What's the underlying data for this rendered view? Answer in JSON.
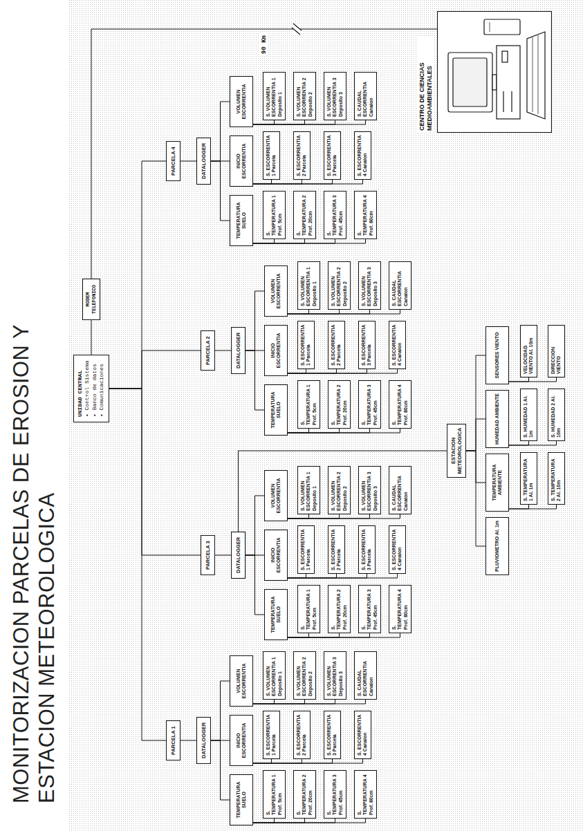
{
  "diagram": {
    "title": "MONITORIZACION PARCELAS DE EROSION Y ESTACION METEOROLOGICA",
    "nodes": [
      {
        "text": [
          "UNIDAD CENTRAL",
          "• Control Sistema",
          "• Banco de datos",
          "• Comunicaciones"
        ]
      },
      {
        "text": [
          "MODEM TELEFONICO"
        ]
      },
      {
        "text": [
          "CENTRO DE CIENCIAS MEDIOAMBIENTALES"
        ]
      },
      {
        "text": [
          "PARCELA 1"
        ]
      },
      {
        "text": [
          "DATALOGGER"
        ]
      },
      {
        "text": [
          "TEMPERATURA SUELO"
        ]
      },
      {
        "text": [
          "S. TEMPERATURA 1 Prof. 5cm"
        ]
      },
      {
        "text": [
          "S. TEMPERATURA 2 Prof. 20cm"
        ]
      },
      {
        "text": [
          "S. TEMPERATURA 3 Prof. 45cm"
        ]
      },
      {
        "text": [
          "S. TEMPERATURA 4 Prof. 80cm"
        ]
      },
      {
        "text": [
          "INICIO ESCORRENTIA"
        ]
      },
      {
        "text": [
          "S. ESCORRENTIA 1 Parcela"
        ]
      },
      {
        "text": [
          "S. ESCORRENTIA 2 Parcela"
        ]
      },
      {
        "text": [
          "S. ESCORRENTIA 3 Parcela"
        ]
      },
      {
        "text": [
          "S. ESCORRENTIA 4 Canalon"
        ]
      },
      {
        "text": [
          "VOLUMEN ESCORRENTIA"
        ]
      },
      {
        "text": [
          "S. VOLUMEN ESCORRENTIA 1 Deposito 1"
        ]
      },
      {
        "text": [
          "S. VOLUMEN ESCORRENTIA 2 Deposito 2"
        ]
      },
      {
        "text": [
          "S. VOLUMEN ESCORRENTIA 3 Deposito 3"
        ]
      },
      {
        "text": [
          "S. CAUDAL ESCORRENTIA Canalon"
        ]
      },
      {
        "text": [
          "PARCELA 3"
        ]
      },
      {
        "text": [
          "DATALOGGER"
        ]
      },
      {
        "text": [
          "TEMPERATURA SUELO"
        ]
      },
      {
        "text": [
          "S. TEMPERATURA 1 Prof. 5cm"
        ]
      },
      {
        "text": [
          "S. TEMPERATURA 2 Prof. 20cm"
        ]
      },
      {
        "text": [
          "S. TEMPERATURA 3 Prof. 45cm"
        ]
      },
      {
        "text": [
          "S. TEMPERATURA 4 Prof. 80cm"
        ]
      },
      {
        "text": [
          "INICIO ESCORRENTIA"
        ]
      },
      {
        "text": [
          "S. ESCORRENTIA 1 Parcela"
        ]
      },
      {
        "text": [
          "S. ESCORRENTIA 2 Parcela"
        ]
      },
      {
        "text": [
          "S. ESCORRENTIA 3 Parcela"
        ]
      },
      {
        "text": [
          "S. ESCORRENTIA 4 Canalon"
        ]
      },
      {
        "text": [
          "VOLUMEN ESCORRENTIA"
        ]
      },
      {
        "text": [
          "S. VOLUMEN ESCORRENTIA 1 Deposito 1"
        ]
      },
      {
        "text": [
          "S. VOLUMEN ESCORRENTIA 2 Deposito 2"
        ]
      },
      {
        "text": [
          "S. VOLUMEN ESCORRENTIA 3 Deposito 3"
        ]
      },
      {
        "text": [
          "S. CAUDAL ESCORRENTIA Canalon"
        ]
      },
      {
        "text": [
          "PARCELA 2"
        ]
      },
      {
        "text": [
          "DATALOGGER"
        ]
      },
      {
        "text": [
          "TEMPERATURA SUELO"
        ]
      },
      {
        "text": [
          "S. TEMPERATURA 1 Prof. 5cm"
        ]
      },
      {
        "text": [
          "S. TEMPERATURA 2 Prof. 20cm"
        ]
      },
      {
        "text": [
          "S. TEMPERATURA 3 Prof. 45cm"
        ]
      },
      {
        "text": [
          "S. TEMPERATURA 4 Prof. 80cm"
        ]
      },
      {
        "text": [
          "INICIO ESCORRENTIA"
        ]
      },
      {
        "text": [
          "S. ESCORRENTIA 1 Parcela"
        ]
      },
      {
        "text": [
          "S. ESCORRENTIA 2 Parcela"
        ]
      },
      {
        "text": [
          "S. ESCORRENTIA 3 Parcela"
        ]
      },
      {
        "text": [
          "S. ESCORRENTIA 4 Canalon"
        ]
      },
      {
        "text": [
          "VOLUMEN ESCORRENTIA"
        ]
      },
      {
        "text": [
          "S. VOLUMEN ESCORRENTIA 1 Deposito 1"
        ]
      },
      {
        "text": [
          "S. VOLUMEN ESCORRENTIA 2 Deposito 2"
        ]
      },
      {
        "text": [
          "S. VOLUMEN ESCORRENTIA 3 Deposito 3"
        ]
      },
      {
        "text": [
          "S. CAUDAL ESCORRENTIA Canalon"
        ]
      },
      {
        "text": [
          "PARCELA 4"
        ]
      },
      {
        "text": [
          "DATALOGGER"
        ]
      },
      {
        "text": [
          "TEMPERATURA SUELO"
        ]
      },
      {
        "text": [
          "S. TEMPERATURA 1 Prof. 5cm"
        ]
      },
      {
        "text": [
          "S. TEMPERATURA 2 Prof. 20cm"
        ]
      },
      {
        "text": [
          "S. TEMPERATURA 3 Prof. 45cm"
        ]
      },
      {
        "text": [
          "S. TEMPERATURA 4 Prof. 80cm"
        ]
      },
      {
        "text": [
          "INICIO ESCORRENTIA"
        ]
      },
      {
        "text": [
          "S. ESCORRENTIA 1 Parcela"
        ]
      },
      {
        "text": [
          "S. ESCORRENTIA 2 Parcela"
        ]
      },
      {
        "text": [
          "S. ESCORRENTIA 3 Parcela"
        ]
      },
      {
        "text": [
          "S. ESCORRENTIA 4 Canalon"
        ]
      },
      {
        "text": [
          "VOLUMEN ESCORRENTIA"
        ]
      },
      {
        "text": [
          "S. VOLUMEN ESCORRENTIA 1 Deposito 1"
        ]
      },
      {
        "text": [
          "S. VOLUMEN ESCORRENTIA 2 Deposito 2"
        ]
      },
      {
        "text": [
          "S. VOLUMEN ESCORRENTIA 3 Deposito 3"
        ]
      },
      {
        "text": [
          "S. CAUDAL ESCORRENTIA Canalon"
        ]
      },
      {
        "text": [
          "ESTACION METEOROLOGICA"
        ]
      },
      {
        "text": [
          "PLUVIOMETRO Al. 1m"
        ]
      },
      {
        "text": [
          "TEMPERATURA AMBIENTE"
        ]
      },
      {
        "text": [
          "S. TEMPERATURA 1 Al. 1m"
        ]
      },
      {
        "text": [
          "S. TEMPERATURA 2 Al. 10m"
        ]
      },
      {
        "text": [
          "HUMEDAD AMBIENTE"
        ]
      },
      {
        "text": [
          "S. HUMEDAD 1 Al. 1m"
        ]
      },
      {
        "text": [
          "S. HUMEDAD 2 Al. 10m"
        ]
      },
      {
        "text": [
          "SENSORES VIENTO"
        ]
      },
      {
        "text": [
          "VELOCIDAD VIENTO Al. 10m"
        ]
      },
      {
        "text": [
          "DIRECCION VIENTO"
        ]
      }
    ],
    "edges": [
      {
        "from": 0,
        "to": 1,
        "arrow": "none"
      },
      {
        "from": 1,
        "to": 2,
        "label": "90 Km",
        "arrow": "none"
      },
      {
        "from": 0,
        "to": 3,
        "arrow": "none"
      },
      {
        "from": 0,
        "to": 20,
        "arrow": "none"
      },
      {
        "from": 0,
        "to": 37,
        "arrow": "none"
      },
      {
        "from": 0,
        "to": 54,
        "arrow": "none"
      },
      {
        "from": 3,
        "to": 4,
        "arrow": "none"
      },
      {
        "from": 4,
        "to": 5,
        "arrow": "none"
      },
      {
        "from": 4,
        "to": 10,
        "arrow": "none"
      },
      {
        "from": 4,
        "to": 15,
        "arrow": "none"
      },
      {
        "from": 5,
        "to": 6,
        "arrow": "none"
      },
      {
        "from": 5,
        "to": 7,
        "arrow": "none"
      },
      {
        "from": 5,
        "to": 8,
        "arrow": "none"
      },
      {
        "from": 5,
        "to": 9,
        "arrow": "none"
      },
      {
        "from": 10,
        "to": 11,
        "arrow": "none"
      },
      {
        "from": 10,
        "to": 12,
        "arrow": "none"
      },
      {
        "from": 10,
        "to": 13,
        "arrow": "none"
      },
      {
        "from": 10,
        "to": 14,
        "arrow": "none"
      },
      {
        "from": 15,
        "to": 16,
        "arrow": "none"
      },
      {
        "from": 15,
        "to": 17,
        "arrow": "none"
      },
      {
        "from": 15,
        "to": 18,
        "arrow": "none"
      },
      {
        "from": 15,
        "to": 19,
        "arrow": "none"
      },
      {
        "from": 20,
        "to": 21,
        "arrow": "none"
      },
      {
        "from": 21,
        "to": 22,
        "arrow": "none"
      },
      {
        "from": 21,
        "to": 27,
        "arrow": "none"
      },
      {
        "from": 21,
        "to": 32,
        "arrow": "none"
      },
      {
        "from": 22,
        "to": 23,
        "arrow": "none"
      },
      {
        "from": 22,
        "to": 24,
        "arrow": "none"
      },
      {
        "from": 22,
        "to": 25,
        "arrow": "none"
      },
      {
        "from": 22,
        "to": 26,
        "arrow": "none"
      },
      {
        "from": 27,
        "to": 28,
        "arrow": "none"
      },
      {
        "from": 27,
        "to": 29,
        "arrow": "none"
      },
      {
        "from": 27,
        "to": 30,
        "arrow": "none"
      },
      {
        "from": 27,
        "to": 31,
        "arrow": "none"
      },
      {
        "from": 32,
        "to": 33,
        "arrow": "none"
      },
      {
        "from": 32,
        "to": 34,
        "arrow": "none"
      },
      {
        "from": 32,
        "to": 35,
        "arrow": "none"
      },
      {
        "from": 32,
        "to": 36,
        "arrow": "none"
      },
      {
        "from": 37,
        "to": 38,
        "arrow": "none"
      },
      {
        "from": 38,
        "to": 39,
        "arrow": "none"
      },
      {
        "from": 38,
        "to": 44,
        "arrow": "none"
      },
      {
        "from": 38,
        "to": 49,
        "arrow": "none"
      },
      {
        "from": 39,
        "to": 40,
        "arrow": "none"
      },
      {
        "from": 39,
        "to": 41,
        "arrow": "none"
      },
      {
        "from": 39,
        "to": 42,
        "arrow": "none"
      },
      {
        "from": 39,
        "to": 43,
        "arrow": "none"
      },
      {
        "from": 44,
        "to": 45,
        "arrow": "none"
      },
      {
        "from": 44,
        "to": 46,
        "arrow": "none"
      },
      {
        "from": 44,
        "to": 47,
        "arrow": "none"
      },
      {
        "from": 44,
        "to": 48,
        "arrow": "none"
      },
      {
        "from": 49,
        "to": 50,
        "arrow": "none"
      },
      {
        "from": 49,
        "to": 51,
        "arrow": "none"
      },
      {
        "from": 49,
        "to": 52,
        "arrow": "none"
      },
      {
        "from": 49,
        "to": 53,
        "arrow": "none"
      },
      {
        "from": 54,
        "to": 55,
        "arrow": "none"
      },
      {
        "from": 55,
        "to": 56,
        "arrow": "none"
      },
      {
        "from": 55,
        "to": 61,
        "arrow": "none"
      },
      {
        "from": 55,
        "to": 66,
        "arrow": "none"
      },
      {
        "from": 56,
        "to": 57,
        "arrow": "none"
      },
      {
        "from": 56,
        "to": 58,
        "arrow": "none"
      },
      {
        "from": 56,
        "to": 59,
        "arrow": "none"
      },
      {
        "from": 56,
        "to": 60,
        "arrow": "none"
      },
      {
        "from": 61,
        "to": 62,
        "arrow": "none"
      },
      {
        "from": 61,
        "to": 63,
        "arrow": "none"
      },
      {
        "from": 61,
        "to": 64,
        "arrow": "none"
      },
      {
        "from": 61,
        "to": 65,
        "arrow": "none"
      },
      {
        "from": 66,
        "to": 67,
        "arrow": "none"
      },
      {
        "from": 66,
        "to": 68,
        "arrow": "none"
      },
      {
        "from": 66,
        "to": 69,
        "arrow": "none"
      },
      {
        "from": 66,
        "to": 70,
        "arrow": "none"
      },
      {
        "from": 21,
        "to": 71,
        "arrow": "none"
      },
      {
        "from": 71,
        "to": 72,
        "arrow": "none"
      },
      {
        "from": 71,
        "to": 73,
        "arrow": "none"
      },
      {
        "from": 71,
        "to": 76,
        "arrow": "none"
      },
      {
        "from": 71,
        "to": 79,
        "arrow": "none"
      },
      {
        "from": 73,
        "to": 74,
        "arrow": "none"
      },
      {
        "from": 73,
        "to": 75,
        "arrow": "none"
      },
      {
        "from": 76,
        "to": 77,
        "arrow": "none"
      },
      {
        "from": 76,
        "to": 78,
        "arrow": "none"
      },
      {
        "from": 79,
        "to": 80,
        "arrow": "none"
      },
      {
        "from": 79,
        "to": 81,
        "arrow": "none"
      }
    ]
  }
}
